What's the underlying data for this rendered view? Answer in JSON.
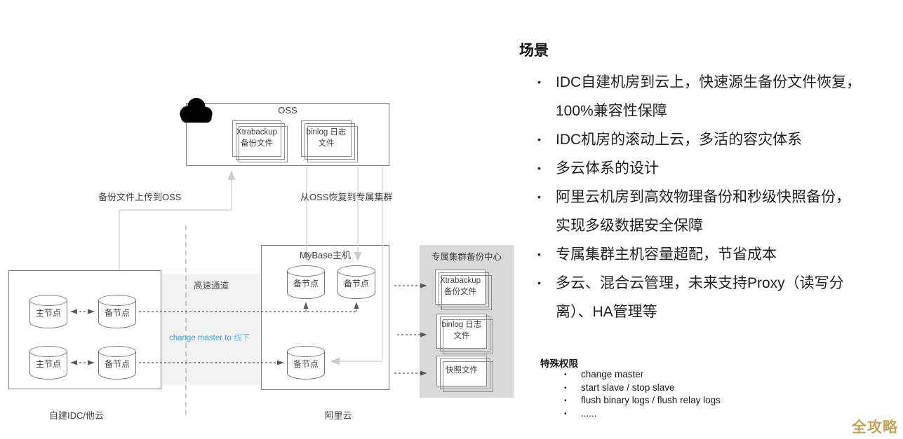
{
  "diagram": {
    "oss": {
      "label": "OSS",
      "docs": [
        "Xtrabackup 备份文件",
        "binlog 日志文件"
      ]
    },
    "flow_labels": {
      "upload": "备份文件上传到OSS",
      "restore": "从OSS恢复到专属集群"
    },
    "mybase": {
      "label": "MyBase主机",
      "nodes": [
        "备节点",
        "备节点",
        "备节点"
      ]
    },
    "idc": {
      "nodes": [
        "主节点",
        "备节点",
        "主节点",
        "备节点"
      ]
    },
    "channel": {
      "label": "高速通道",
      "change_master_prefix": "change master to ",
      "change_master_target": "线下"
    },
    "backup_center": {
      "label": "专属集群备份中心",
      "docs": [
        "Xtrabackup 备份文件",
        "binlog 日志文件",
        "快照文件"
      ]
    },
    "zones": {
      "left": "自建IDC/他云",
      "right": "阿里云"
    }
  },
  "panel": {
    "title": "场景",
    "bullets": [
      {
        "lines": [
          "IDC自建机房到云上，快速源生备份文件恢复，",
          "100%兼容性保障"
        ]
      },
      {
        "lines": [
          "IDC机房的滚动上云，多活的容灾体系"
        ]
      },
      {
        "lines": [
          "多云体系的设计"
        ]
      },
      {
        "lines": [
          "阿里云机房到高效物理备份和秒级快照备份，",
          "实现多级数据安全保障"
        ]
      },
      {
        "lines": [
          "专属集群主机容量超配，节省成本"
        ]
      },
      {
        "lines": [
          "多云、混合云管理，未来支持Proxy（读写分",
          "离）、HA管理等"
        ]
      }
    ]
  },
  "permissions": {
    "title": "特殊权限",
    "items": [
      "change master",
      "start slave / stop slave",
      "flush binary logs / flush relay logs",
      "......"
    ]
  },
  "watermark": {
    "text": "全攻略"
  },
  "colors": {
    "change_master_blue": "#3da0da",
    "change_master_light_blue": "#6cc5e6",
    "watermark_gold": "#c8a356",
    "channel_bg": "#f2f2f2",
    "backup_center_bg": "#d9d9d9",
    "light_flow_line": "#d6d6d6",
    "dark_flow_line": "#595959"
  }
}
